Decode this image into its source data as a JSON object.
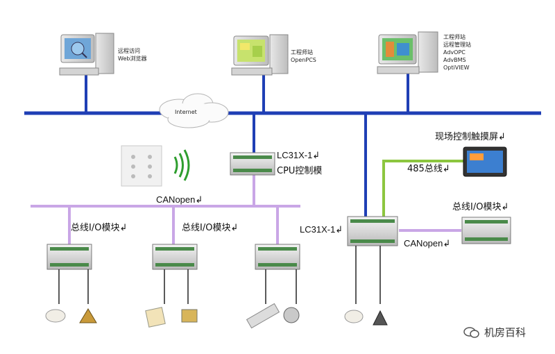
{
  "workstations": [
    {
      "lines": [
        "远程访问",
        "Web浏览器"
      ]
    },
    {
      "lines": [
        "工程师站",
        "OpenPCS"
      ]
    },
    {
      "lines": [
        "工程师站",
        "远程管理站",
        "AdvOPC",
        "AdvBMS",
        "OptiVIEW"
      ]
    }
  ],
  "internet_label": "Internet",
  "controller_top": {
    "line1": "LC31X-1↲",
    "line2": "CPU控制模"
  },
  "touch_screen_label": "现场控制触摸屏↲",
  "bus_485_label": "485总线↲",
  "canopen_left_label": "CANopen↲",
  "io_module_label": "总线I/O模块↲",
  "io_module_label_right": "总线I/O模块↲",
  "controller_bottom_label": "LC31X-1↲",
  "canopen_right_label": "CANopen↲",
  "watermark": "机房百科",
  "colors": {
    "network_blue": "#1f3fb5",
    "canopen_purple": "#c9a6e6",
    "bus485_green": "#8cc63f"
  }
}
